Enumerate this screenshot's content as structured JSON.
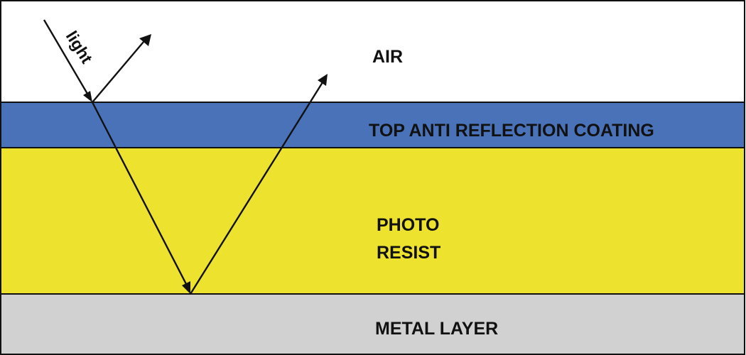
{
  "layers": {
    "air": {
      "label": "AIR",
      "color": "#ffffff"
    },
    "tarc": {
      "label": "TOP ANTI REFLECTION COATING",
      "color": "#4a72b8"
    },
    "resist": {
      "label_line1": "PHOTO",
      "label_line2": "RESIST",
      "color": "#ede22e"
    },
    "metal": {
      "label": "METAL LAYER",
      "color": "#d1d1d1"
    }
  },
  "light_label": "light",
  "ray_color": "#111111"
}
